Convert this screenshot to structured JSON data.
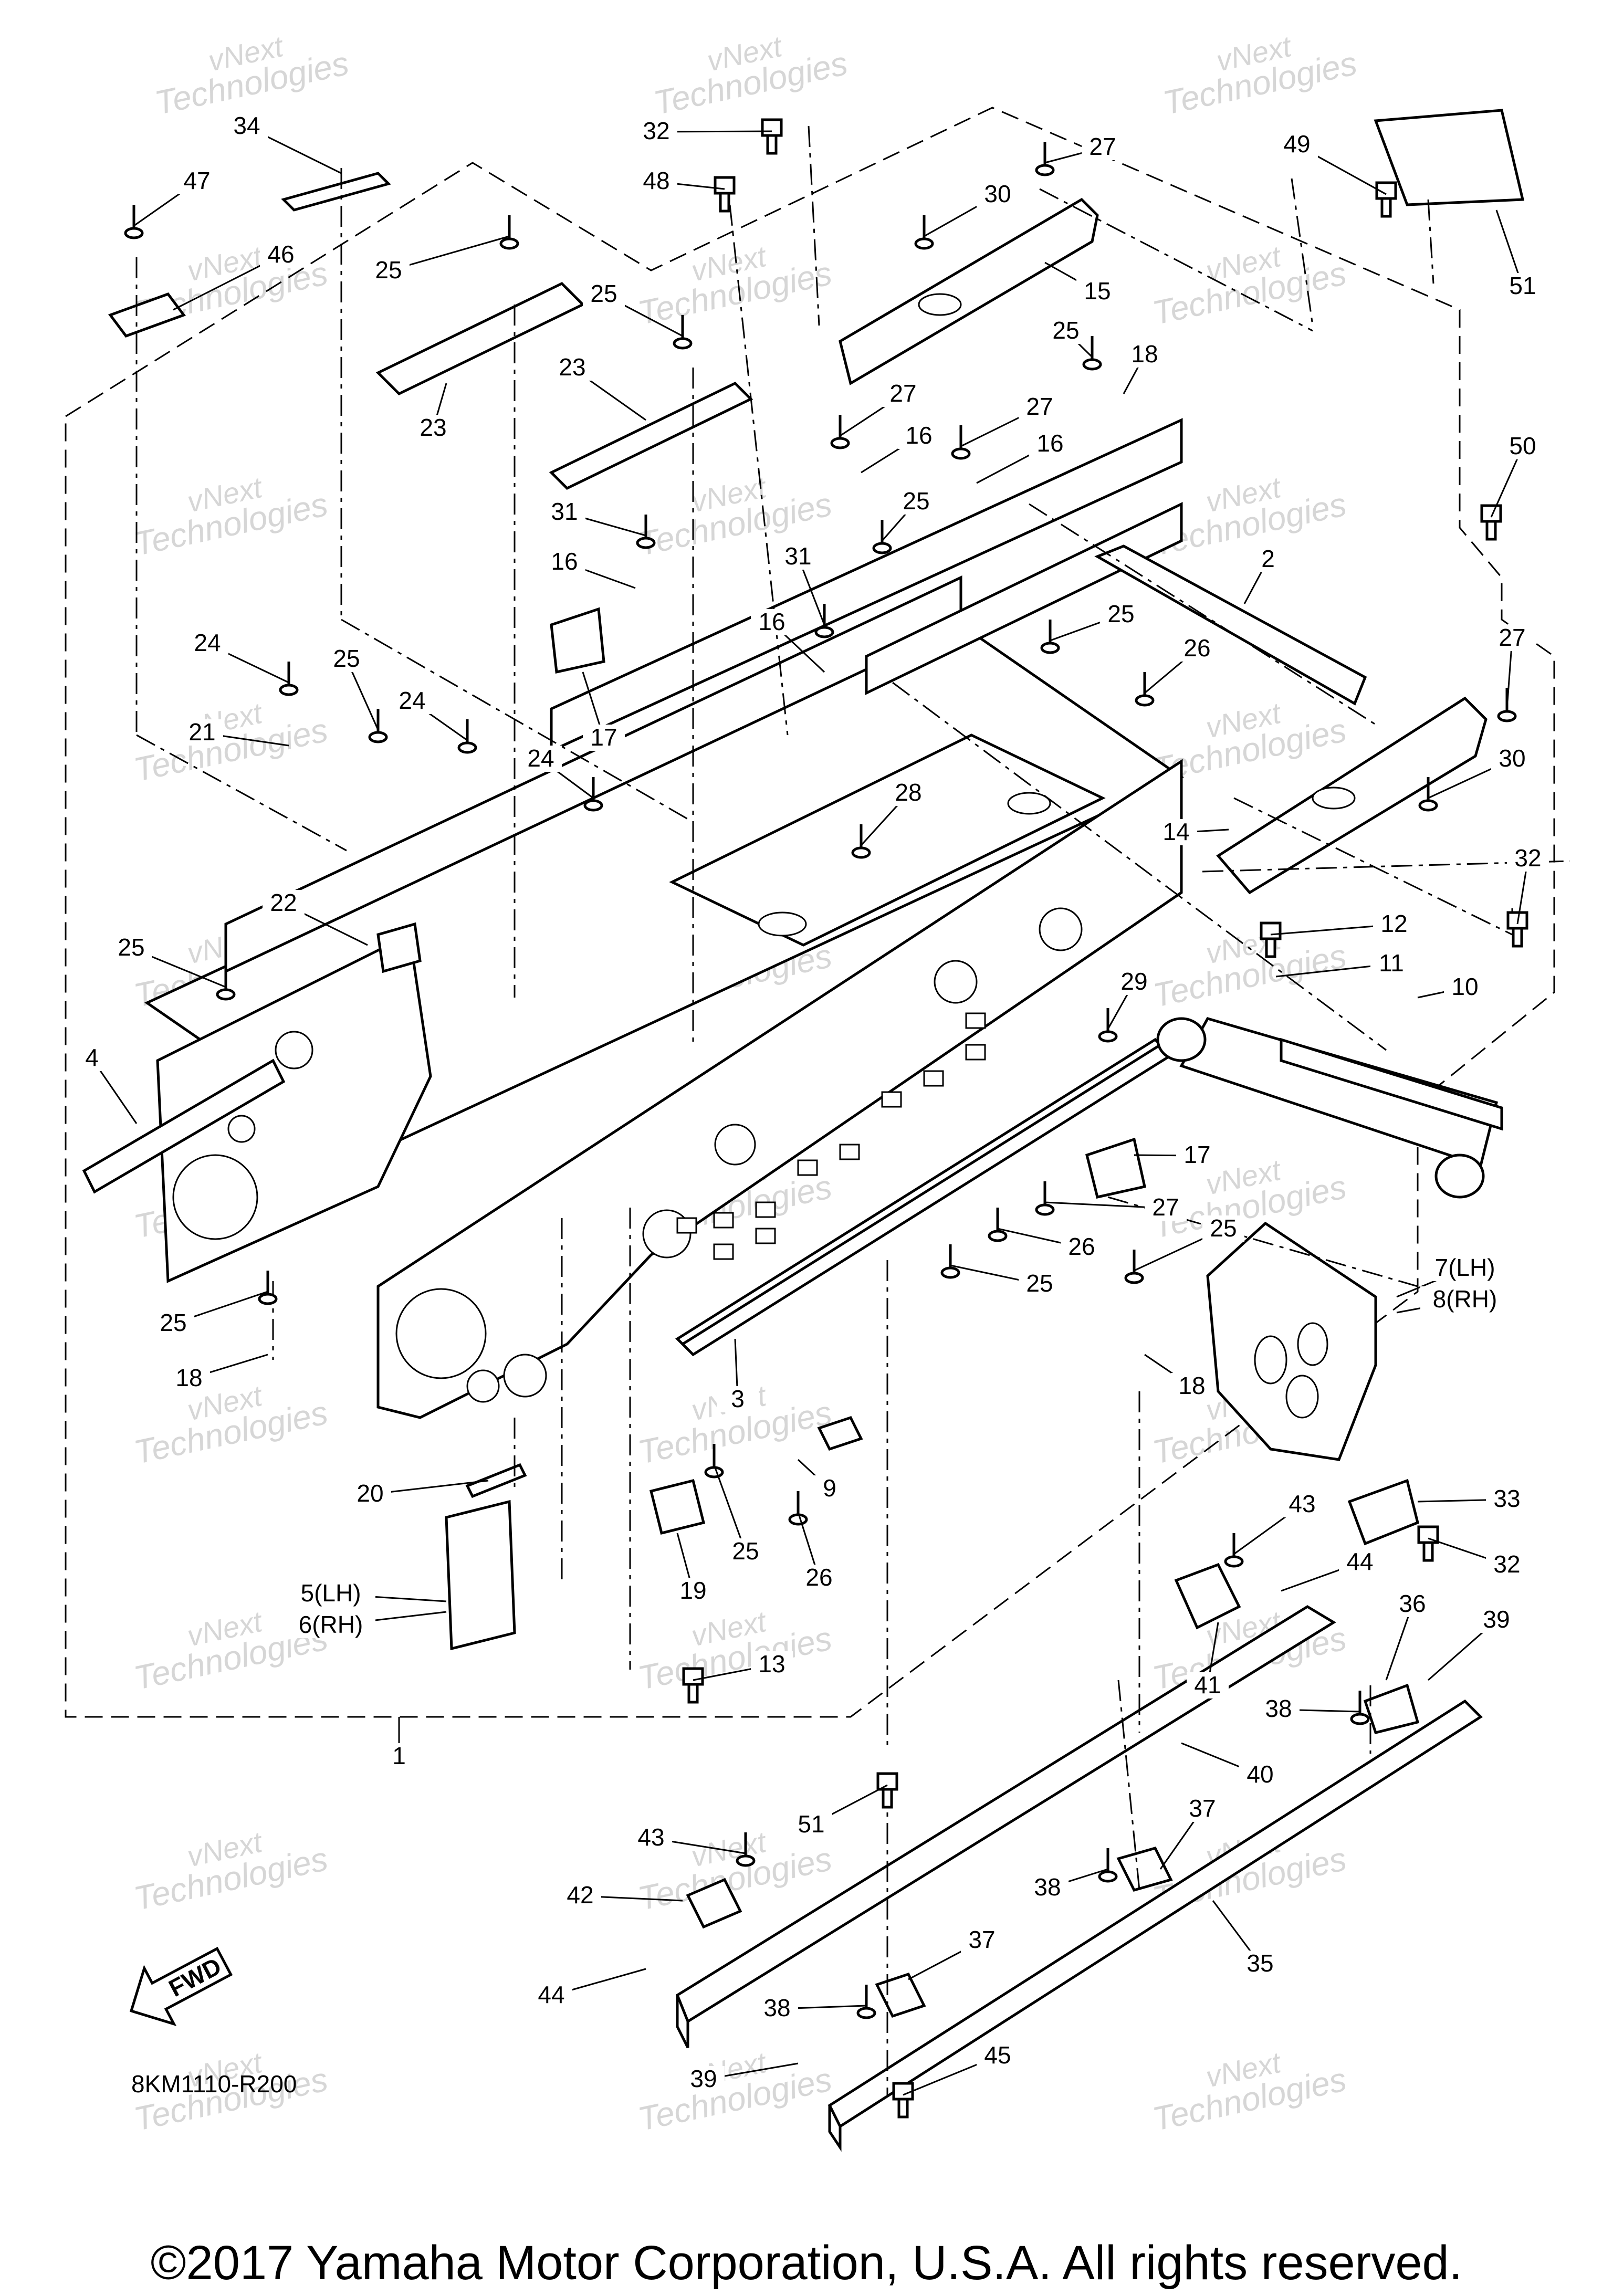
{
  "diagram_code": "8KM1110-R200",
  "fwd_label": "FWD",
  "copyright": "©2017 Yamaha Motor Corporation, U.S.A. All rights reserved.",
  "watermark": {
    "line1": "vNext",
    "line2": "Technologies"
  },
  "callouts": {
    "c34": "34",
    "c47": "47",
    "c46": "46",
    "c25a": "25",
    "c23a": "23",
    "c25b": "25",
    "c23b": "23",
    "c32a": "32",
    "c48": "48",
    "c27a": "27",
    "c30a": "30",
    "c15": "15",
    "c49": "49",
    "c51a": "51",
    "c25c": "25",
    "c18a": "18",
    "c27b": "27",
    "c16a": "16",
    "c27c": "27",
    "c16b": "16",
    "c50": "50",
    "c31a": "31",
    "c25d": "25",
    "c16c": "16",
    "c31b": "31",
    "c16d": "16",
    "c2": "2",
    "c25e": "25",
    "c17a": "17",
    "c26a": "26",
    "c27d": "27",
    "c24a": "24",
    "c21": "21",
    "c25f": "25",
    "c24b": "24",
    "c24c": "24",
    "c28": "28",
    "c30b": "30",
    "c14": "14",
    "c32b": "32",
    "c22": "22",
    "c12": "12",
    "c11": "11",
    "c10": "10",
    "c25g": "25",
    "c29": "29",
    "c4": "4",
    "c17b": "17",
    "c27e": "27",
    "c26b": "26",
    "c25h": "25",
    "c25i": "25",
    "c7": "7(LH)",
    "c8": "8(RH)",
    "c25j": "25",
    "c18b": "18",
    "c18c": "18",
    "c3": "3",
    "c9": "9",
    "c20": "20",
    "c25k": "25",
    "c26c": "26",
    "c19": "19",
    "c33": "33",
    "c43a": "43",
    "c32c": "32",
    "c44a": "44",
    "c5": "5(LH)",
    "c6": "6(RH)",
    "c36": "36",
    "c39a": "39",
    "c41": "41",
    "c13": "13",
    "c38a": "38",
    "c40": "40",
    "c1": "1",
    "c51b": "51",
    "c43b": "43",
    "c37a": "37",
    "c42": "42",
    "c38b": "38",
    "c35": "35",
    "c37b": "37",
    "c44b": "44",
    "c38c": "38",
    "c39b": "39",
    "c45": "45"
  }
}
